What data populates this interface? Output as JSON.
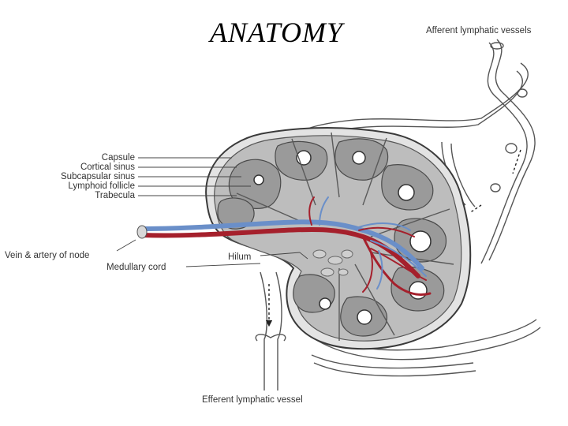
{
  "slide": {
    "title": "ANATOMY"
  },
  "diagram": {
    "labels": {
      "afferent": "Afferent lymphatic vessels",
      "capsule": "Capsule",
      "cortical_sinus": "Cortical sinus",
      "subcapsular_sinus": "Subcapsular sinus",
      "lymphoid_follicle": "Lymphoid follicle",
      "trabecula": "Trabecula",
      "vein_artery": "Vein & artery of node",
      "hilum": "Hilum",
      "medullary_cord": "Medullary cord",
      "efferent": "Efferent lymphatic vessel"
    },
    "colors": {
      "artery": "#a5202c",
      "vein": "#6a8fc9",
      "node_tissue": "#8c8c8c",
      "follicle": "#b5b5b5",
      "outline": "#3a3a3a"
    }
  }
}
